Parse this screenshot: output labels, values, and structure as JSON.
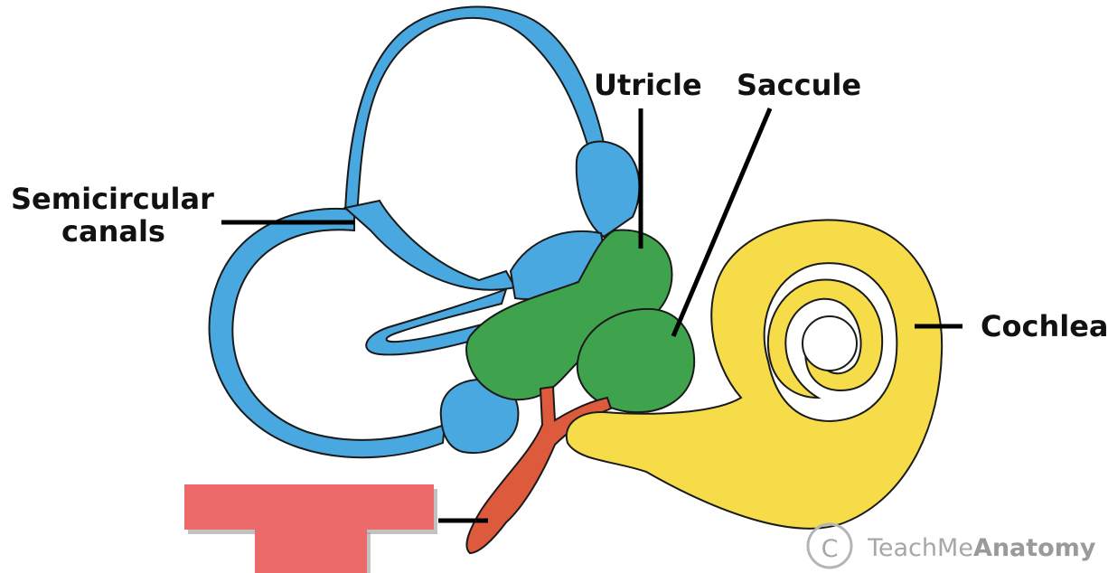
{
  "labels": {
    "semicircular_line1": "Semicircular",
    "semicircular_line2": "canals",
    "utricle": "Utricle",
    "saccule": "Saccule",
    "cochlea": "Cochlea"
  },
  "watermark": {
    "symbol": "C",
    "text_light": "TeachMe",
    "text_bold": "Anatomy"
  },
  "colors": {
    "canals": "#4aa8e0",
    "vestibule": "#3fa34d",
    "cochlea": "#f7dc4a",
    "duct": "#dd5a3c",
    "label_box": "#ec6a6a",
    "outline": "#1a1a1a",
    "pointer": "#000000"
  },
  "icons": {
    "watermark_logo": "copyright-circle-icon"
  }
}
